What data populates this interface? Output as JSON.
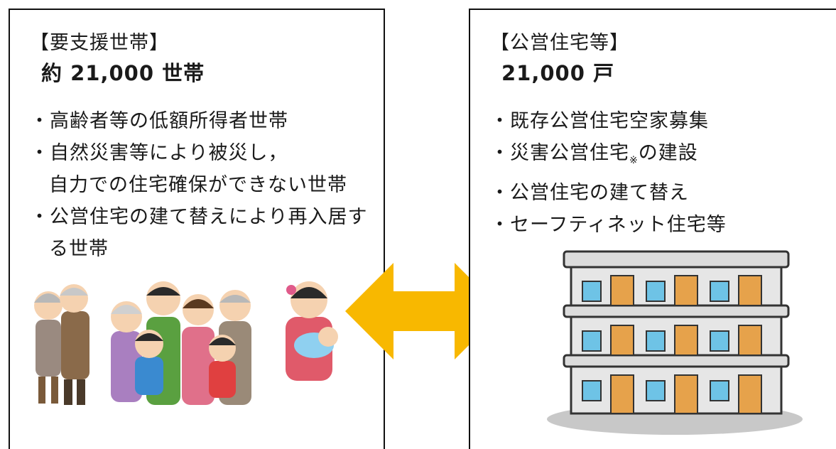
{
  "left_panel": {
    "title": "【要支援世帯】",
    "count": "約 21,000 世帯",
    "items": [
      {
        "line1": "・高齢者等の低額所得者世帯"
      },
      {
        "line1": "・自然災害等により被災し，",
        "line2": "自力での住宅確保ができない世帯"
      },
      {
        "line1": "・公営住宅の建て替えにより再入居す",
        "line2": "る世帯"
      }
    ],
    "illustration": "family-group-illustration"
  },
  "right_panel": {
    "title": "【公営住宅等】",
    "count": "21,000 戸",
    "items": [
      {
        "line1": "・既存公営住宅空家募集"
      },
      {
        "line1_a": "・災害公営住宅",
        "note": "※",
        "line1_b": "の建設"
      },
      {
        "line1": "・公営住宅の建て替え"
      },
      {
        "line1": "・セーフティネット住宅等"
      }
    ],
    "illustration": "apartment-building-illustration"
  },
  "connector": {
    "icon": "double-arrow-icon",
    "color": "#f8b800"
  },
  "colors": {
    "building_wall": "#e6e6e6",
    "door": "#e6a24b",
    "window": "#6ec3e6",
    "ground": "#c8c8c8"
  }
}
